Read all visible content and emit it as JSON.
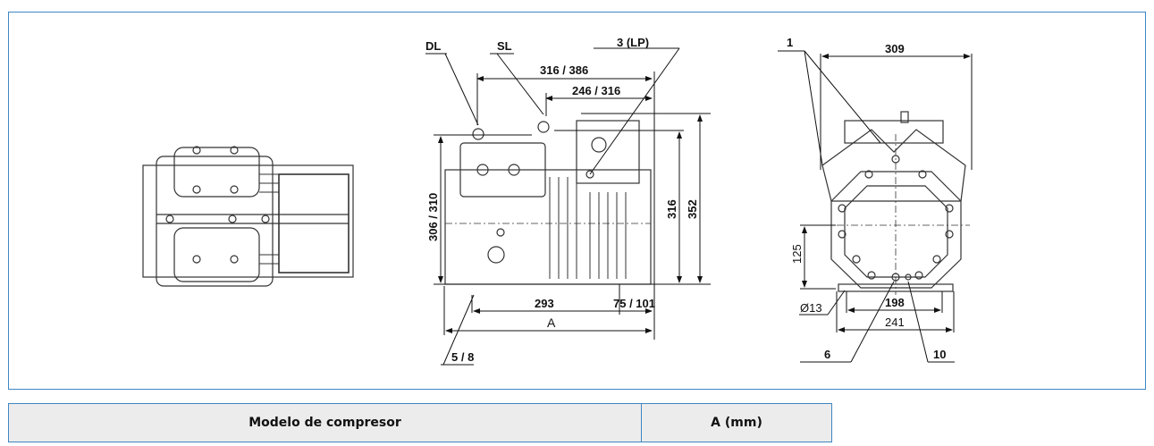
{
  "drawing": {
    "title": "Compressor dimensional drawing",
    "labels": {
      "dl": "DL",
      "sl": "SL",
      "lp": "3 (LP)",
      "pos1": "1",
      "pos6": "6",
      "pos10": "10",
      "pos58": "5 / 8"
    },
    "dimensions": {
      "top_overall": "316 / 386",
      "top_inner": "246 / 316",
      "height_left": "306 / 310",
      "height_316": "316",
      "height_352": "352",
      "bottom_293": "293",
      "bottom_75_101": "75 / 101",
      "bottom_A": "A",
      "end_width": "309",
      "end_125": "125",
      "end_hole": "Ø13",
      "end_198": "198",
      "end_241": "241"
    }
  },
  "table": {
    "headers": [
      "Modelo de compresor",
      "A (mm)"
    ],
    "border_color": "#3f86c2",
    "header_bg": "#ececec"
  }
}
